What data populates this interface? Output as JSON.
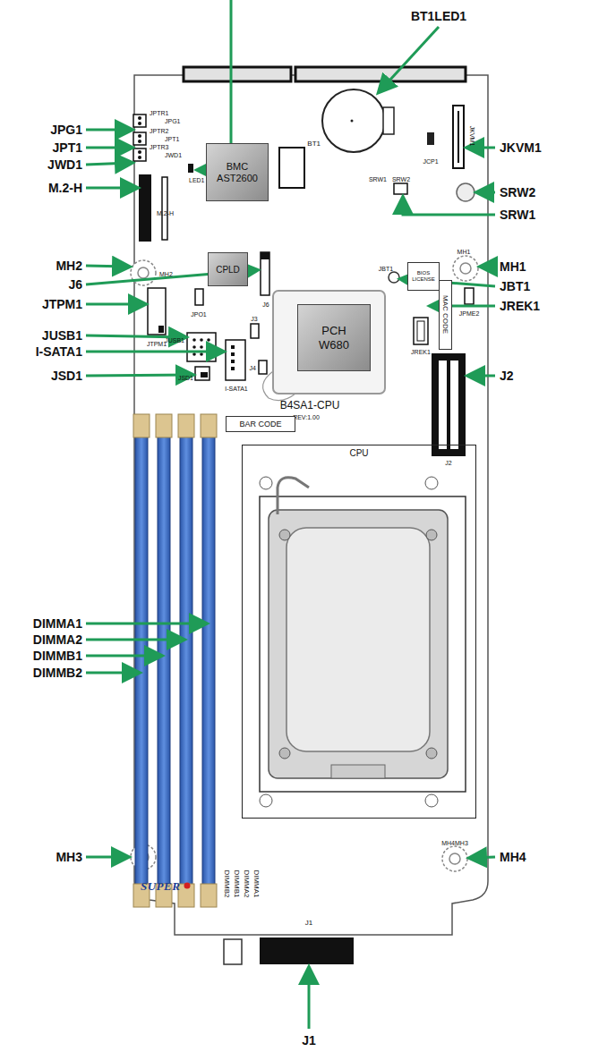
{
  "diagram": {
    "nodes": [
      {
        "text": [
          "BMC AST2600"
        ]
      },
      {
        "text": [
          "CPLD"
        ]
      },
      {
        "text": [
          "BIOS LICENSE"
        ]
      },
      {
        "text": [
          "PCH W680"
        ]
      },
      {
        "text": [
          "MAC CODE"
        ]
      },
      {
        "text": [
          "BAR CODE"
        ]
      },
      {
        "text": [
          "CPU"
        ]
      }
    ],
    "labels": [
      "BT1LED1",
      "JPG1",
      "JPT1",
      "JWD1",
      "M.2-H",
      "MH2",
      "J6",
      "JTPM1",
      "JUSB1",
      "I-SATA1",
      "JSD1",
      "DIMMA1",
      "DIMMA2",
      "DIMMB1",
      "DIMMB2",
      "MH3",
      "JKVM1",
      "SRW2",
      "SRW1",
      "MH1",
      "JBT1",
      "JREK1",
      "J2",
      "MH4",
      "J1",
      "JPTR1",
      "JPG1",
      "JPTR2",
      "JPT1",
      "JPTR3",
      "JWD1",
      "LED1",
      "M.2-H",
      "BT1",
      "JCP1",
      "JKVM1",
      "SRW1",
      "SRW2",
      "MH2",
      "MH1",
      "J6",
      "JBT1",
      "JPME2",
      "JTPM1",
      "JPO1",
      "JREK1",
      "J3",
      "JUSB1",
      "J4",
      "JSD1",
      "I-SATA1",
      "B4SA1-CPU",
      "REV:1.00",
      "J2",
      "DIMMB2",
      "DIMMB1",
      "DIMMA2",
      "DIMMA1",
      "MH4MH3",
      "SUPER",
      "J1"
    ]
  }
}
